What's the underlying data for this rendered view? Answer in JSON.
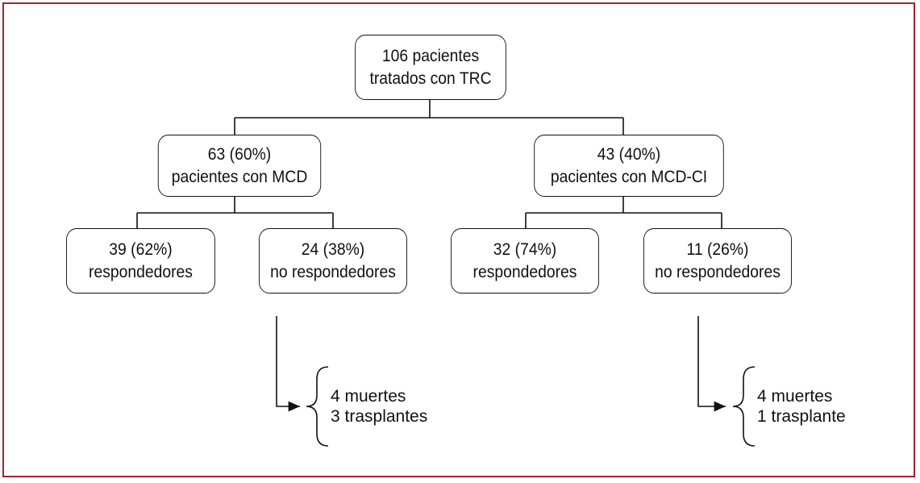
{
  "diagram": {
    "root": {
      "line1": "106 pacientes",
      "line2": "tratados con TRC"
    },
    "left": {
      "line1": "63 (60%)",
      "line2": "pacientes con MCD",
      "responders": {
        "line1": "39 (62%)",
        "line2": "respondedores"
      },
      "nonresponders": {
        "line1": "24 (38%)",
        "line2": "no respondedores"
      },
      "outcomes": {
        "line1": "4 muertes",
        "line2": "3 trasplantes"
      }
    },
    "right": {
      "line1": "43 (40%)",
      "line2": "pacientes con MCD-CI",
      "responders": {
        "line1": "32 (74%)",
        "line2": "respondedores"
      },
      "nonresponders": {
        "line1": "11 (26%)",
        "line2": "no respondedores"
      },
      "outcomes": {
        "line1": "4 muertes",
        "line2": "1 trasplante"
      }
    }
  },
  "colors": {
    "frame": "#a3222e",
    "line": "#111111"
  }
}
